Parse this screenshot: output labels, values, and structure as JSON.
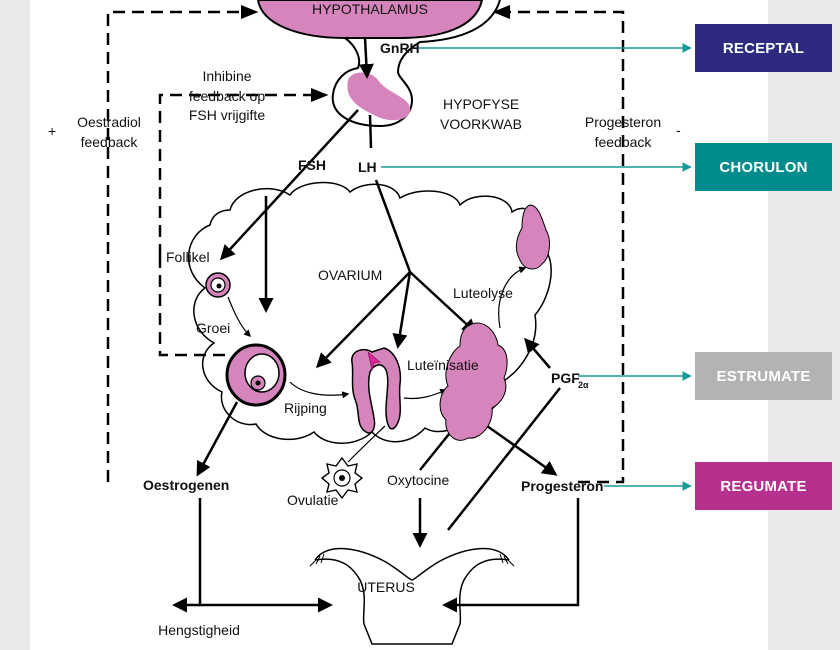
{
  "diagram": {
    "hypothalamus": "HYPOTHALAMUS",
    "gnrh": "GnRH",
    "hypofyse_line1": "HYPOFYSE",
    "hypofyse_line2": "VOORKWAB",
    "inhibine_line1": "Inhibine",
    "inhibine_line2": "feedback op",
    "inhibine_line3": "FSH vrijgifte",
    "oestradiol_line1": "Oestradiol",
    "oestradiol_line2": "feedback",
    "plus_sign": "+",
    "progesteron_fb_line1": "Progesteron",
    "progesteron_fb_line2": "feedback",
    "minus_sign": "-",
    "fsh": "FSH",
    "lh": "LH",
    "follikel": "Follikel",
    "groei": "Groei",
    "ovarium": "OVARIUM",
    "luteolyse": "Luteolyse",
    "luteinisatie": "Luteïnisatie",
    "rijping": "Rijping",
    "pgf": "PGF",
    "pgf_subscript": "2α",
    "oestrogenen": "Oestrogenen",
    "ovulatie": "Ovulatie",
    "oxytocine": "Oxytocine",
    "progesteron": "Progesteron",
    "uterus": "UTERUS",
    "hengstigheid": "Hengstigheid"
  },
  "buttons": {
    "receptal": "RECEPTAL",
    "chorulon": "CHORULON",
    "estrumate": "ESTRUMATE",
    "regumate": "REGUMATE"
  },
  "colors": {
    "receptal": "#2e2a7f",
    "chorulon": "#008c8c",
    "estrumate": "#b3b3b3",
    "regumate": "#b5318d",
    "tissue": "#d585bc",
    "pointer_line": "#1a9a9a"
  }
}
